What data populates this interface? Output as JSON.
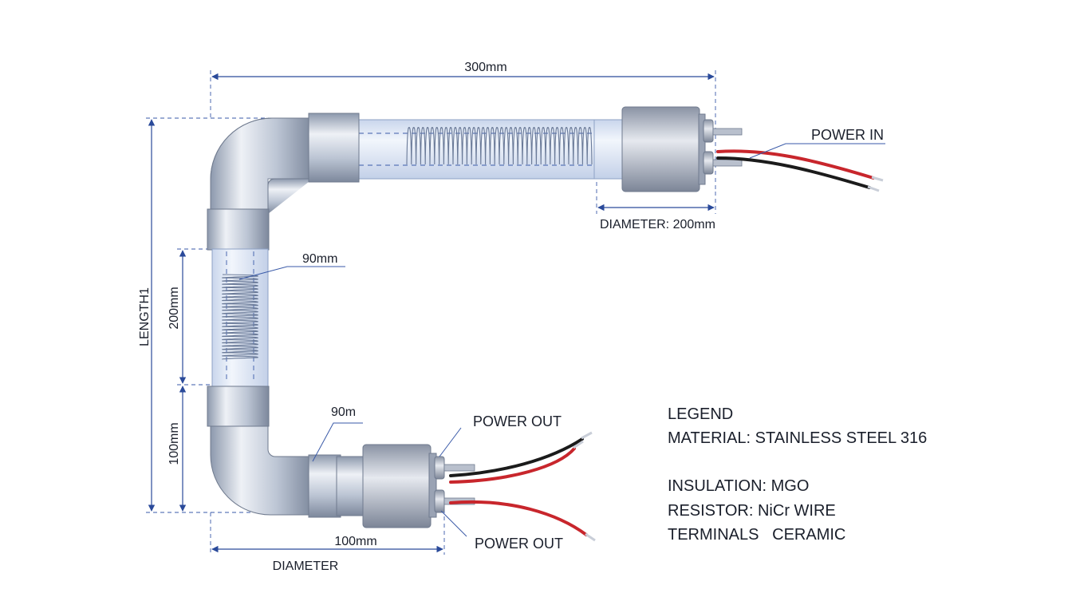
{
  "dimensions": {
    "top_length": "300mm",
    "right_diameter": "DIAMETER: 200mm",
    "left_overall": "LENGTH1",
    "left_upper": "200mm",
    "left_lower": "100mm",
    "coil_label": "90mm",
    "bend_label": "90m",
    "bottom_length": "100mm",
    "bottom_diameter": "DIAMETER"
  },
  "callouts": {
    "power_in": "POWER IN",
    "power_out_top": "POWER OUT",
    "power_out_bottom": "POWER OUT"
  },
  "legend": {
    "title": "LEGEND",
    "material": "MATERIAL: STAINLESS STEEL 316",
    "insulation": "INSULATION: MGO",
    "resistor": "RESISTOR: NiCr WIRE",
    "terminals": "TERMINALS   CERAMIC"
  },
  "colors": {
    "dimension_line": "#2a4a9a",
    "wire_red": "#c8262c",
    "wire_black": "#1b1b1b",
    "steel": "#b8c2d2",
    "glass_tube": "#dde6f4"
  }
}
